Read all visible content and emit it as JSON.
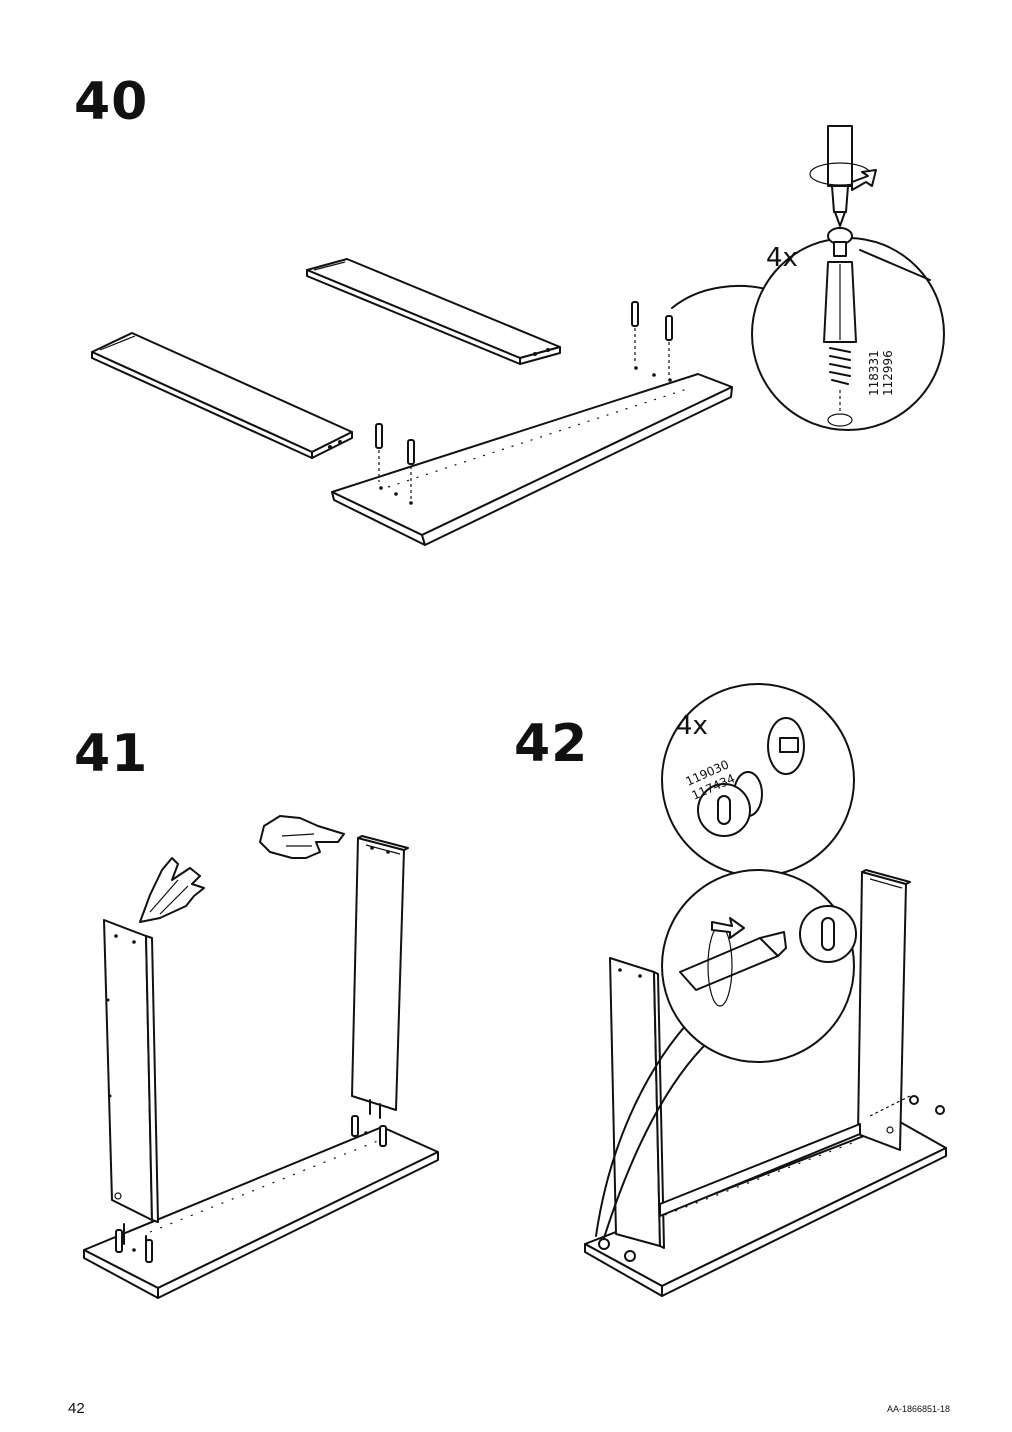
{
  "steps": [
    {
      "number": "40",
      "detail": {
        "count": "4x",
        "part_numbers": [
          "118331",
          "112996"
        ]
      }
    },
    {
      "number": "41"
    },
    {
      "number": "42",
      "detail": {
        "count": "4x",
        "part_numbers": [
          "119030",
          "117434"
        ]
      }
    }
  ],
  "footer": {
    "page_number": "42",
    "doc_code": "AA-1866851-18"
  }
}
